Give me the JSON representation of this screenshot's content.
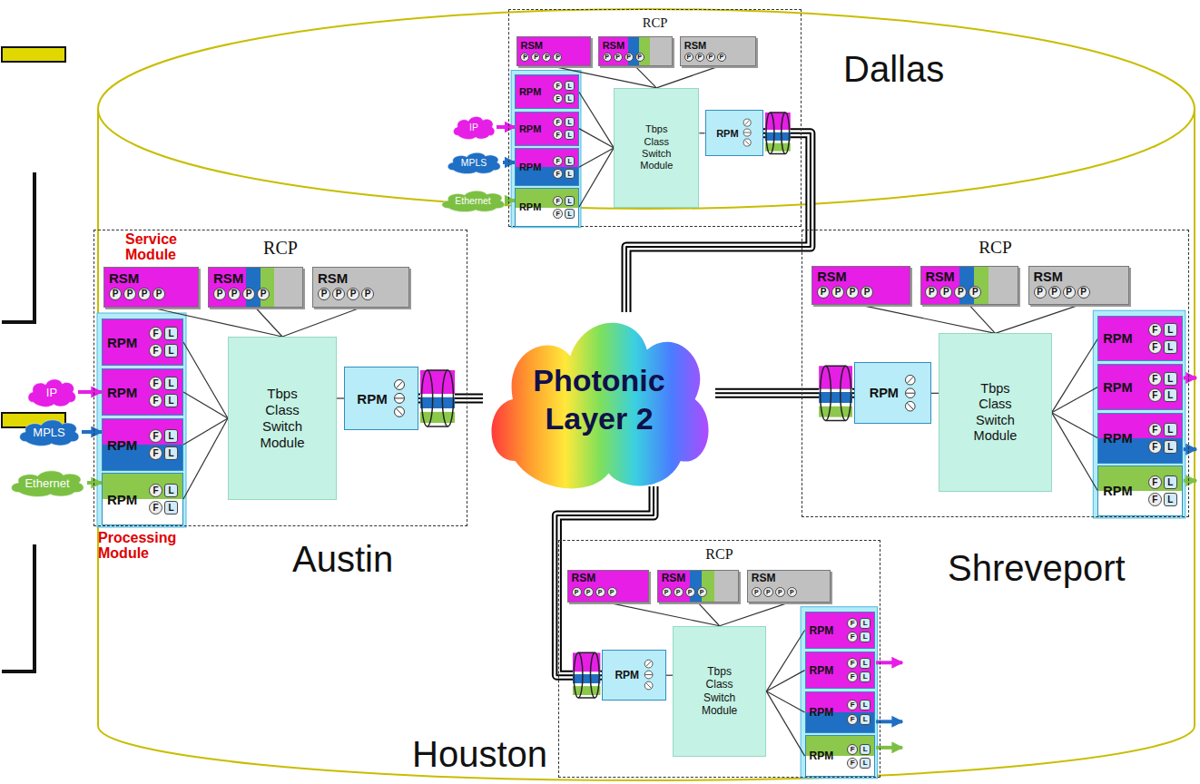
{
  "diagram": {
    "nodes": [
      {
        "text": [
          "RCP",
          "Dallas"
        ]
      },
      {
        "text": [
          "RSM",
          "P",
          "P",
          "P",
          "P"
        ],
        "in": 0
      },
      {
        "text": [
          "RSM",
          "P",
          "P",
          "P",
          "P"
        ],
        "in": 0
      },
      {
        "text": [
          "RSM",
          "P",
          "P",
          "P",
          "P"
        ],
        "in": 0
      },
      {
        "text": [
          "RPM",
          "F",
          "L",
          "F",
          "L"
        ],
        "in": 0
      },
      {
        "text": [
          "RPM",
          "F",
          "L",
          "F",
          "L"
        ],
        "in": 0
      },
      {
        "text": [
          "RPM",
          "F",
          "L",
          "F",
          "L"
        ],
        "in": 0
      },
      {
        "text": [
          "RPM",
          "F",
          "L",
          "F",
          "L"
        ],
        "in": 0
      },
      {
        "text": [
          "Tbps Class Switch Module"
        ],
        "in": 0
      },
      {
        "text": [
          "RPM"
        ],
        "in": 0
      },
      {
        "text": [
          "IP"
        ]
      },
      {
        "text": [
          "MPLS"
        ]
      },
      {
        "text": [
          "Ethernet"
        ]
      },
      {
        "text": [
          "RCP",
          "Austin"
        ]
      },
      {
        "text": [
          "RSM",
          "P",
          "P",
          "P",
          "P"
        ],
        "in": 13
      },
      {
        "text": [
          "RSM",
          "P",
          "P",
          "P",
          "P"
        ],
        "in": 13
      },
      {
        "text": [
          "RSM",
          "P",
          "P",
          "P",
          "P"
        ],
        "in": 13
      },
      {
        "text": [
          "RPM",
          "F",
          "L",
          "F",
          "L"
        ],
        "in": 13
      },
      {
        "text": [
          "RPM",
          "F",
          "L",
          "F",
          "L"
        ],
        "in": 13
      },
      {
        "text": [
          "RPM",
          "F",
          "L",
          "F",
          "L"
        ],
        "in": 13
      },
      {
        "text": [
          "RPM",
          "F",
          "L",
          "F",
          "L"
        ],
        "in": 13
      },
      {
        "text": [
          "Tbps Class Switch Module"
        ],
        "in": 13
      },
      {
        "text": [
          "RPM"
        ],
        "in": 13
      },
      {
        "text": [
          "IP"
        ]
      },
      {
        "text": [
          "MPLS"
        ]
      },
      {
        "text": [
          "Ethernet"
        ]
      },
      {
        "text": [
          "Photonic Layer 2"
        ]
      },
      {
        "text": [
          "RCP",
          "Shreveport"
        ]
      },
      {
        "text": [
          "RSM",
          "P",
          "P",
          "P",
          "P"
        ],
        "in": 27
      },
      {
        "text": [
          "RSM",
          "P",
          "P",
          "P",
          "P"
        ],
        "in": 27
      },
      {
        "text": [
          "RSM",
          "P",
          "P",
          "P",
          "P"
        ],
        "in": 27
      },
      {
        "text": [
          "RPM",
          "F",
          "L",
          "F",
          "L"
        ],
        "in": 27
      },
      {
        "text": [
          "RPM",
          "F",
          "L",
          "F",
          "L"
        ],
        "in": 27
      },
      {
        "text": [
          "RPM",
          "F",
          "L",
          "F",
          "L"
        ],
        "in": 27
      },
      {
        "text": [
          "RPM",
          "F",
          "L",
          "F",
          "L"
        ],
        "in": 27
      },
      {
        "text": [
          "Tbps Class Switch Module"
        ],
        "in": 27
      },
      {
        "text": [
          "RPM"
        ],
        "in": 27
      },
      {
        "text": [
          "RCP",
          "Houston"
        ]
      },
      {
        "text": [
          "RSM",
          "P",
          "P",
          "P",
          "P"
        ],
        "in": 37
      },
      {
        "text": [
          "RSM",
          "P",
          "P",
          "P",
          "P"
        ],
        "in": 37
      },
      {
        "text": [
          "RSM",
          "P",
          "P",
          "P",
          "P"
        ],
        "in": 37
      },
      {
        "text": [
          "RPM",
          "F",
          "L",
          "F",
          "L"
        ],
        "in": 37
      },
      {
        "text": [
          "RPM",
          "F",
          "L",
          "F",
          "L"
        ],
        "in": 37
      },
      {
        "text": [
          "RPM",
          "F",
          "L",
          "F",
          "L"
        ],
        "in": 37
      },
      {
        "text": [
          "RPM",
          "F",
          "L",
          "F",
          "L"
        ],
        "in": 37
      },
      {
        "text": [
          "Tbps Class Switch Module"
        ],
        "in": 37
      },
      {
        "text": [
          "RPM"
        ],
        "in": 37
      }
    ],
    "edges": [
      {
        "from": 8,
        "to": 1,
        "arrow": "none"
      },
      {
        "from": 8,
        "to": 2,
        "arrow": "none"
      },
      {
        "from": 8,
        "to": 3,
        "arrow": "none"
      },
      {
        "from": 8,
        "to": 4,
        "arrow": "none"
      },
      {
        "from": 8,
        "to": 5,
        "arrow": "none"
      },
      {
        "from": 8,
        "to": 6,
        "arrow": "none"
      },
      {
        "from": 8,
        "to": 7,
        "arrow": "none"
      },
      {
        "from": 8,
        "to": 9,
        "arrow": "none"
      },
      {
        "from": 9,
        "to": 26,
        "arrow": "none"
      },
      {
        "from": 10,
        "to": 5,
        "arrow": "to"
      },
      {
        "from": 11,
        "to": 6,
        "arrow": "to"
      },
      {
        "from": 12,
        "to": 7,
        "arrow": "to"
      },
      {
        "from": 21,
        "to": 14,
        "arrow": "none"
      },
      {
        "from": 21,
        "to": 15,
        "arrow": "none"
      },
      {
        "from": 21,
        "to": 16,
        "arrow": "none"
      },
      {
        "from": 21,
        "to": 17,
        "arrow": "none"
      },
      {
        "from": 21,
        "to": 18,
        "arrow": "none"
      },
      {
        "from": 21,
        "to": 19,
        "arrow": "none"
      },
      {
        "from": 21,
        "to": 20,
        "arrow": "none"
      },
      {
        "from": 21,
        "to": 22,
        "arrow": "none"
      },
      {
        "from": 22,
        "to": 26,
        "arrow": "none"
      },
      {
        "from": 23,
        "to": 18,
        "arrow": "to"
      },
      {
        "from": 24,
        "to": 19,
        "arrow": "to"
      },
      {
        "from": 25,
        "to": 20,
        "arrow": "to"
      },
      {
        "from": 35,
        "to": 28,
        "arrow": "none"
      },
      {
        "from": 35,
        "to": 29,
        "arrow": "none"
      },
      {
        "from": 35,
        "to": 30,
        "arrow": "none"
      },
      {
        "from": 35,
        "to": 31,
        "arrow": "none"
      },
      {
        "from": 35,
        "to": 32,
        "arrow": "none"
      },
      {
        "from": 35,
        "to": 33,
        "arrow": "none"
      },
      {
        "from": 35,
        "to": 34,
        "arrow": "none"
      },
      {
        "from": 35,
        "to": 36,
        "arrow": "none"
      },
      {
        "from": 36,
        "to": 26,
        "arrow": "none"
      },
      {
        "from": 45,
        "to": 38,
        "arrow": "none"
      },
      {
        "from": 45,
        "to": 39,
        "arrow": "none"
      },
      {
        "from": 45,
        "to": 40,
        "arrow": "none"
      },
      {
        "from": 45,
        "to": 41,
        "arrow": "none"
      },
      {
        "from": 45,
        "to": 42,
        "arrow": "none"
      },
      {
        "from": 45,
        "to": 43,
        "arrow": "none"
      },
      {
        "from": 45,
        "to": 44,
        "arrow": "none"
      },
      {
        "from": 45,
        "to": 46,
        "arrow": "none"
      },
      {
        "from": 46,
        "to": 26,
        "arrow": "none"
      }
    ],
    "labels": [
      "Service Module",
      "Processing Module"
    ]
  }
}
